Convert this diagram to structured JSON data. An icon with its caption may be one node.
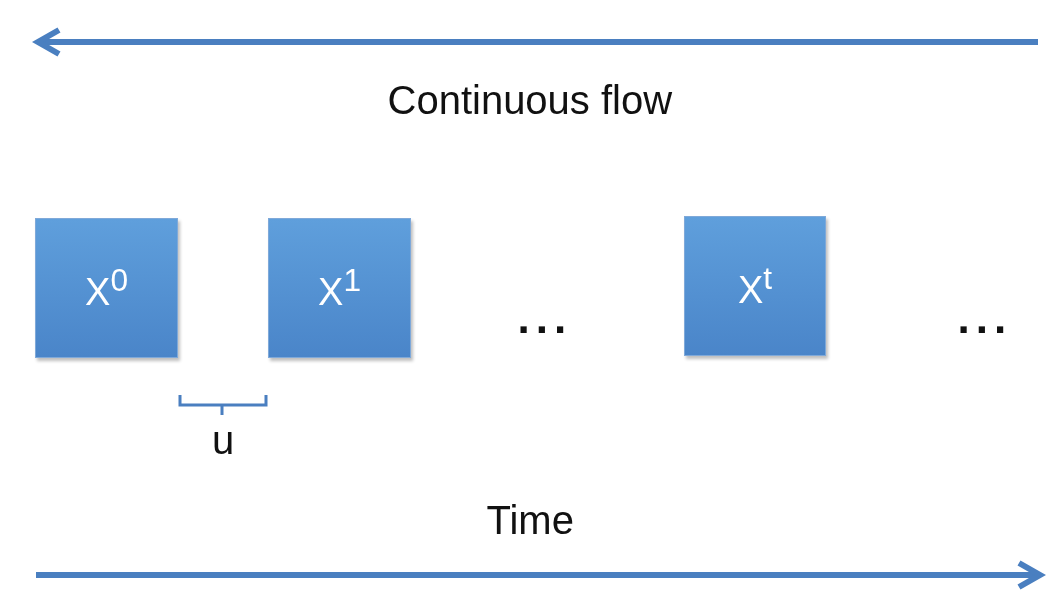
{
  "diagram": {
    "nodes": [
      {
        "text": [
          "X$^{0}$"
        ]
      },
      {
        "text": [
          "X$^{1}$"
        ]
      },
      {
        "text": [
          "X$^{t}$"
        ]
      }
    ],
    "edges": [],
    "labels": [
      "Continuous flow",
      "...",
      "...",
      "u",
      "Time"
    ]
  }
}
